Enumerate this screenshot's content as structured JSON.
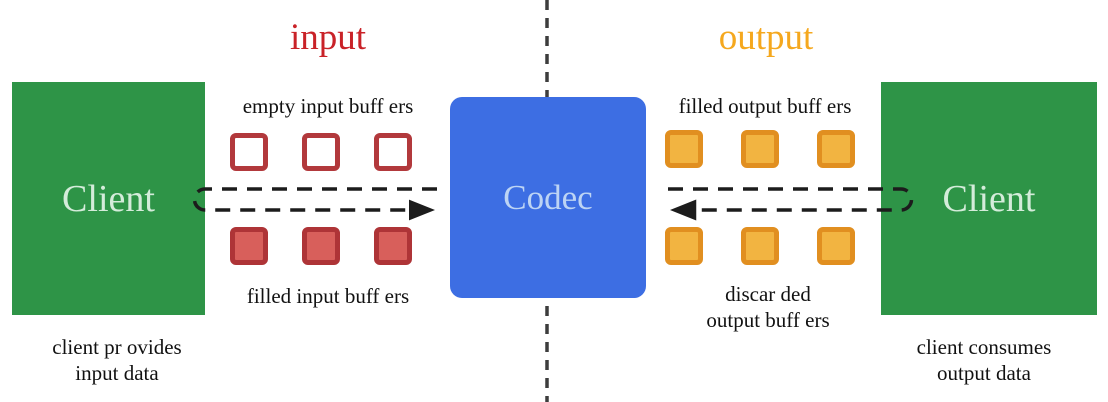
{
  "diagram": {
    "section_labels": {
      "input": "input",
      "output": "output"
    },
    "client_left": {
      "label": "Client",
      "caption": [
        "client pr ovides",
        "input data"
      ]
    },
    "client_right": {
      "label": "Client",
      "caption": [
        "client consumes",
        "output data"
      ]
    },
    "codec": {
      "label": "Codec"
    },
    "input_side": {
      "empty_buffers_label": "empty input buff ers",
      "filled_buffers_label": "filled input buff ers",
      "buffer_count": 3
    },
    "output_side": {
      "filled_buffers_label": "filled output buff ers",
      "discarded_label": [
        "discar ded",
        "output buff ers"
      ],
      "buffer_count": 3
    }
  },
  "colors": {
    "green": "#2e9447",
    "green_text": "#d4ecda",
    "blue": "#3d6ee3",
    "blue_text": "#bdd4f4",
    "red_label": "#c92228",
    "orange_label": "#f5a81e",
    "empty_buffer_border": "#b2393c",
    "filled_buffer_fill": "#d85f5b",
    "filled_buffer_border": "#ae3437",
    "output_buffer_fill": "#f2b441",
    "output_buffer_border": "#e18f20",
    "arrow": "#1c1c1c",
    "divider": "#3d3d3d"
  }
}
